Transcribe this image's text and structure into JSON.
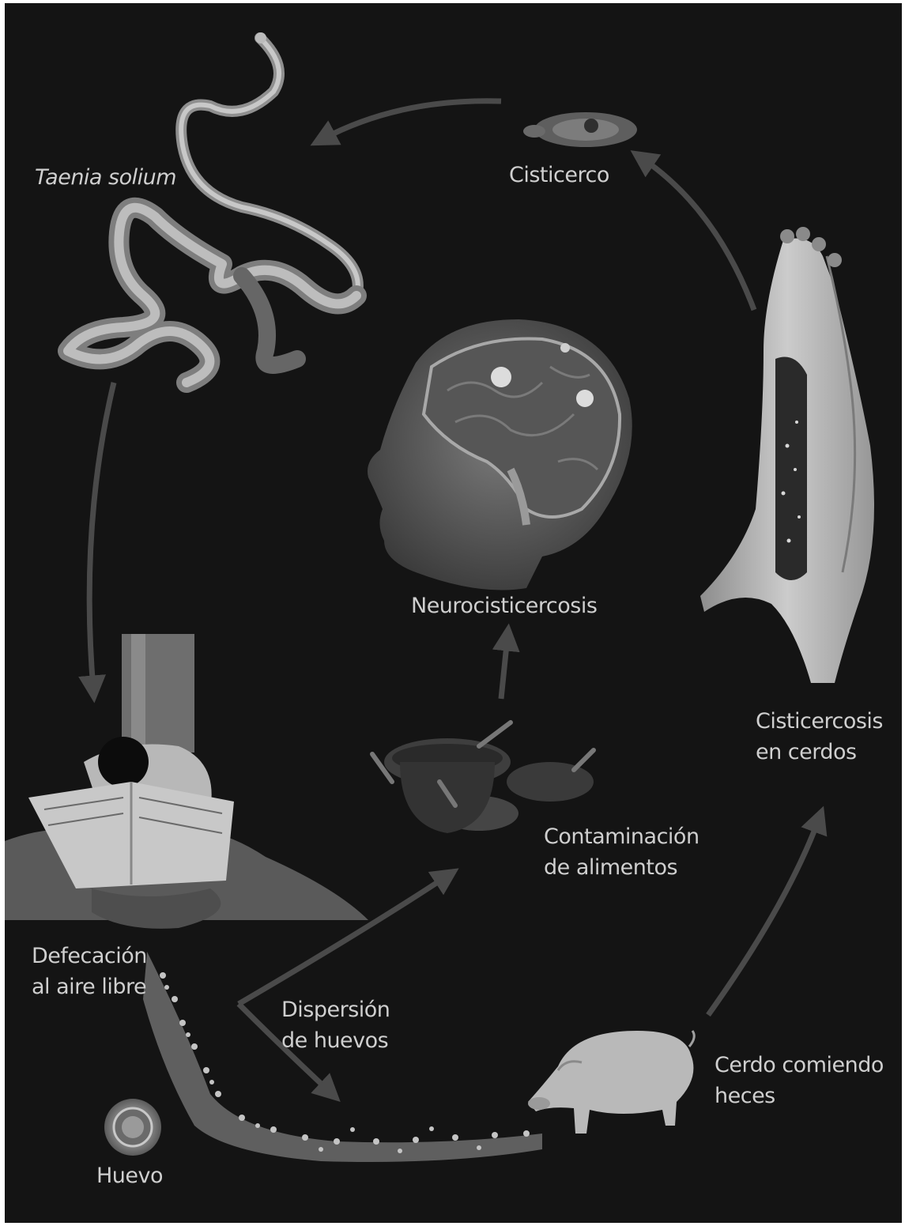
{
  "diagram": {
    "colors": {
      "background": "#141414",
      "arrow": "#4a4a4a",
      "label": "#cfcfcf"
    },
    "labels": {
      "taenia": "Taenia solium",
      "cisticerco": "Cisticerco",
      "neuro": "Neurocisticercosis",
      "cerdos_line1": "Cisticercosis",
      "cerdos_line2": "en cerdos",
      "contam_line1": "Contaminación",
      "contam_line2": "de alimentos",
      "defecacion_line1": "Defecación",
      "defecacion_line2": "al aire libre",
      "dispersion_line1": "Dispersión",
      "dispersion_line2": "de huevos",
      "cerdo_line1": "Cerdo comiendo",
      "cerdo_line2": "heces",
      "huevo": "Huevo"
    },
    "illustrations": [
      "tapeworm-illustration",
      "cysticercus-illustration",
      "pig-carcass-illustration",
      "brain-head-illustration",
      "food-pots-illustration",
      "outdoor-defecation-illustration",
      "scattered-eggs-illustration",
      "pig-illustration",
      "egg-illustration"
    ]
  }
}
